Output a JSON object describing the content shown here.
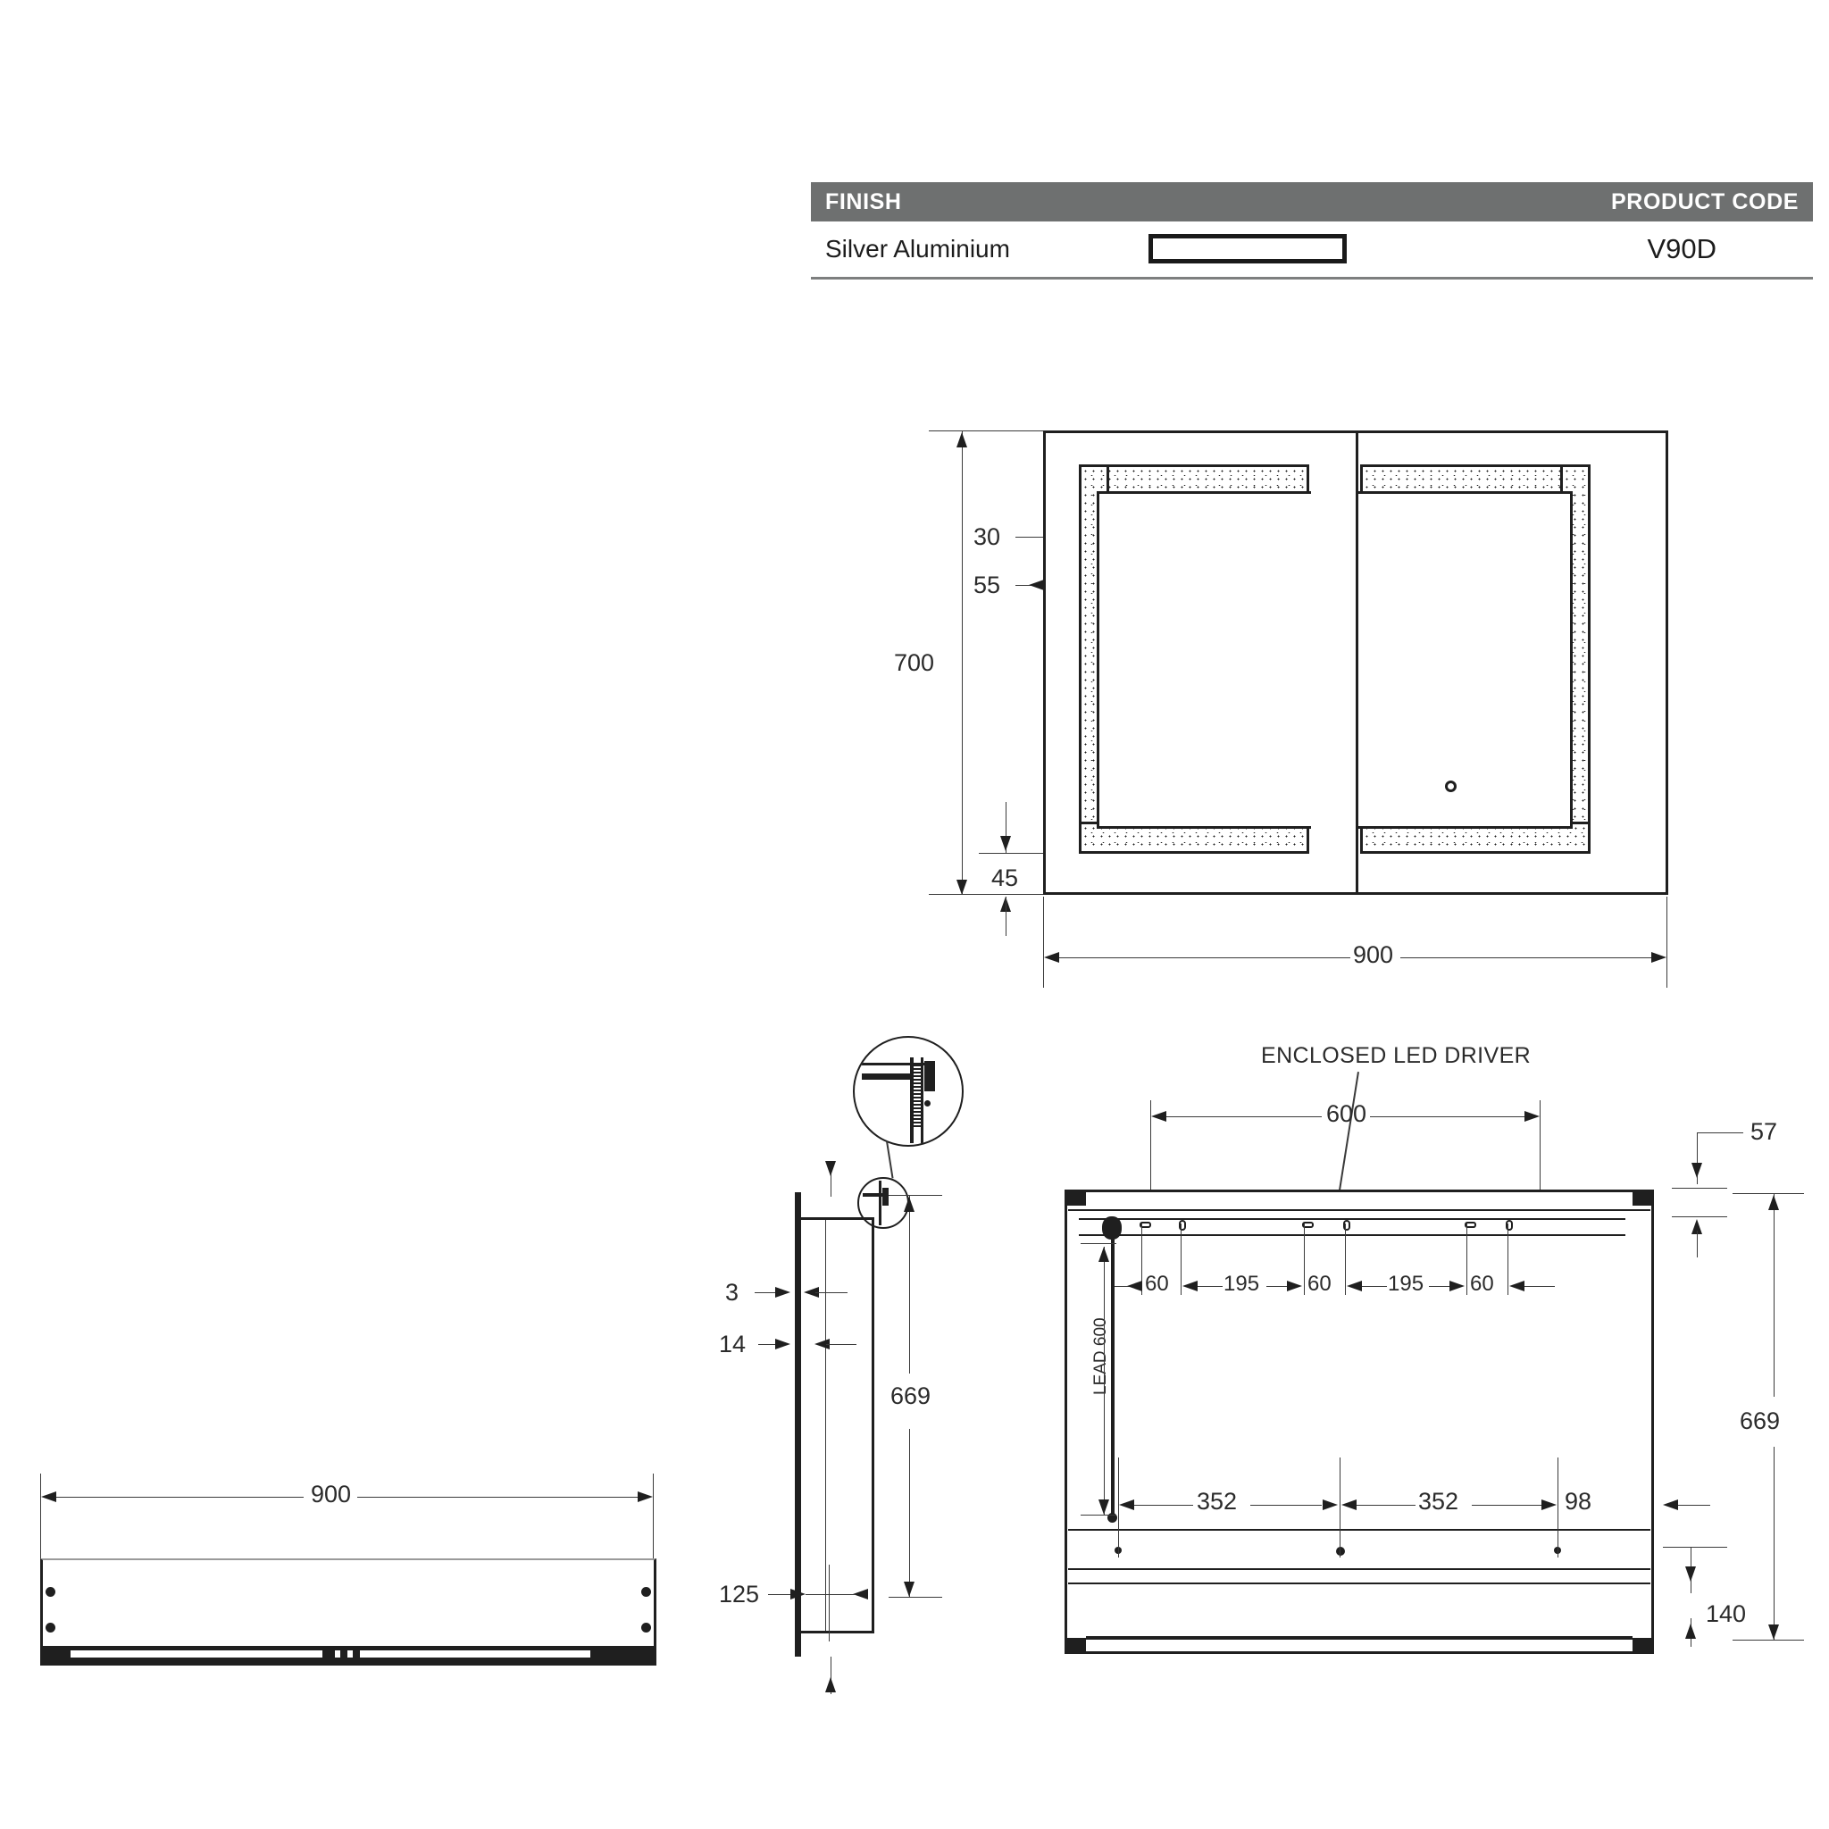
{
  "spec": {
    "header": {
      "finish_label": "FINISH",
      "code_label": "PRODUCT CODE"
    },
    "finish_value": "Silver Aluminium",
    "product_code": "V90D",
    "swatch_name": "silver-aluminium-swatch",
    "header_bg": "#6e7070"
  },
  "front_elevation": {
    "name": "front-elevation-view",
    "dims": {
      "height_overall": "700",
      "led_band_width": "30",
      "led_band_offset": "55",
      "bottom_offset": "45",
      "width_overall": "900"
    },
    "doors": 2,
    "sensor_name": "touch-sensor-button"
  },
  "side_section": {
    "name": "side-section-view",
    "dims": {
      "front_panel": "3",
      "glass_offset": "14",
      "body_height": "669",
      "depth": "125"
    },
    "detail_bubble_name": "detail-callout-bubble"
  },
  "rear_view": {
    "name": "rear-view",
    "note": "ENCLOSED LED DRIVER",
    "lead_label": "LEAD 600",
    "dims": {
      "top_span": "600",
      "chain_top": [
        "60",
        "195",
        "60",
        "195",
        "60"
      ],
      "chain_bottom": [
        "352",
        "352",
        "98"
      ],
      "top_offset": "57",
      "body_height": "669",
      "bottom_band": "140"
    }
  },
  "plan_view": {
    "name": "plan-view-bottom",
    "dims": {
      "width_overall": "900"
    }
  }
}
